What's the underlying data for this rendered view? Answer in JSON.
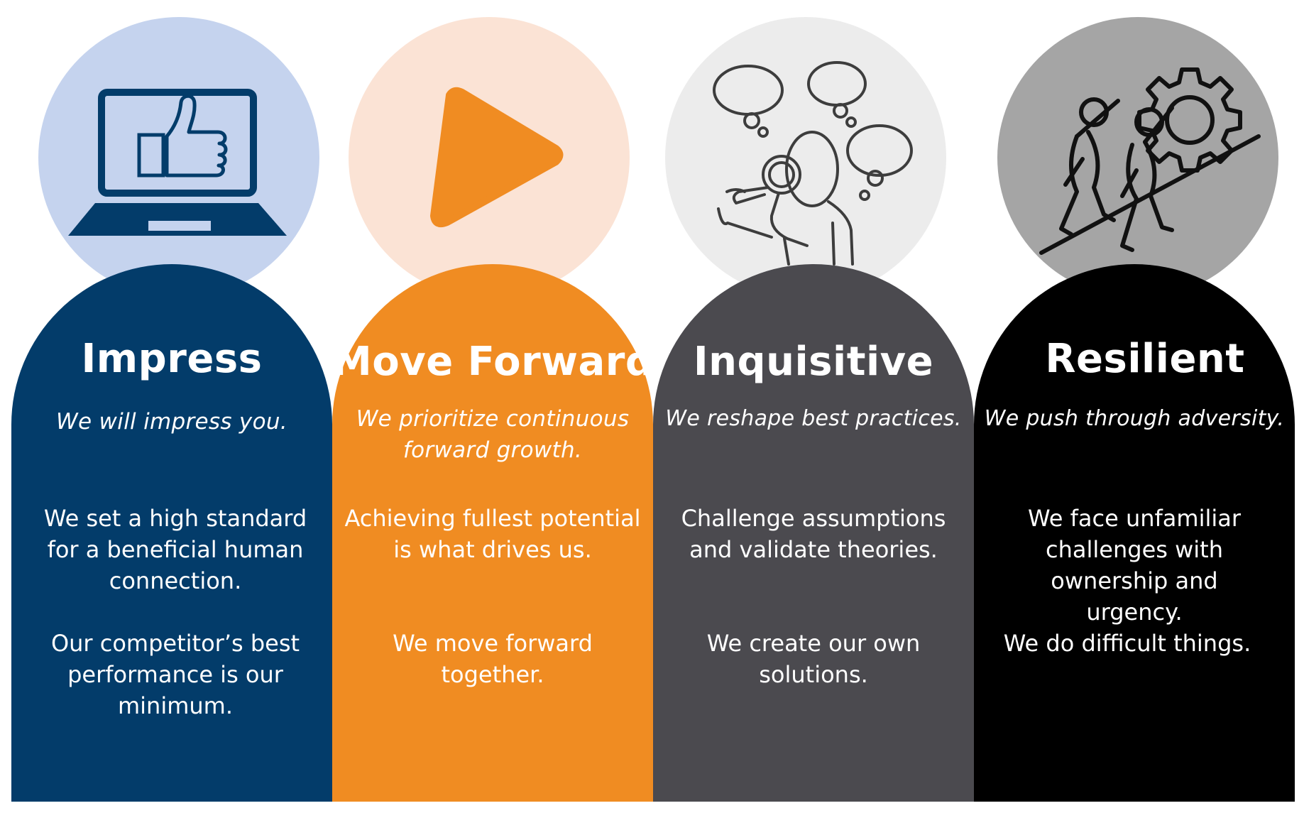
{
  "colors": {
    "impress": "#033c6a",
    "move_forward": "#f08c22",
    "inquisitive": "#4b4a4f",
    "resilient": "#000000",
    "circle_impress": "#c5d3ee",
    "circle_move_forward": "#fbe3d5",
    "circle_inquisitive": "#ececec",
    "circle_resilient": "#a5a5a5"
  },
  "values": [
    {
      "icon": "laptop-thumbs-up-icon",
      "title": "Impress",
      "tagline": "We will impress you.",
      "para1": "We set a high standard for a beneficial human connection.",
      "para2": "Our competitor’s best performance is our minimum."
    },
    {
      "icon": "play-icon",
      "title": "Move Forward",
      "tagline": "We prioritize continuous forward growth.",
      "para1": "Achieving fullest potential is what drives us.",
      "para2": "We move forward together."
    },
    {
      "icon": "thinking-magnifier-person-icon",
      "title": "Inquisitive",
      "tagline": "We reshape best practices.",
      "para1": "Challenge assumptions and validate theories.",
      "para2": "We create our own solutions."
    },
    {
      "icon": "climbers-gear-icon",
      "title": "Resilient",
      "tagline": "We push through adversity.",
      "para1": "We face unfamiliar challenges with ownership and urgency.",
      "para2": "We do difficult things."
    }
  ]
}
